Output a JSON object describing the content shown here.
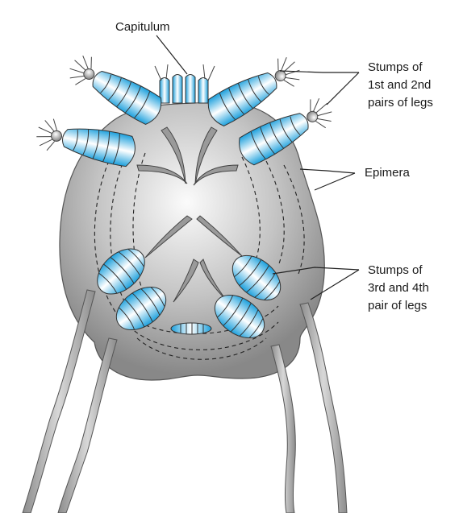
{
  "labels": {
    "capitulum": "Capitulum",
    "legs_front_1": "Stumps of",
    "legs_front_2": "1st and 2nd",
    "legs_front_3": "pairs of legs",
    "epimera": "Epimera",
    "legs_rear_1": "Stumps of",
    "legs_rear_2": "3rd and 4th",
    "legs_rear_3": "pair of legs"
  },
  "colors": {
    "body_light": "#f7f7f7",
    "body_dark": "#8a8a8a",
    "segment_blue": "#1ea1df",
    "segment_light": "#ffffff",
    "bristle": "#555555"
  }
}
